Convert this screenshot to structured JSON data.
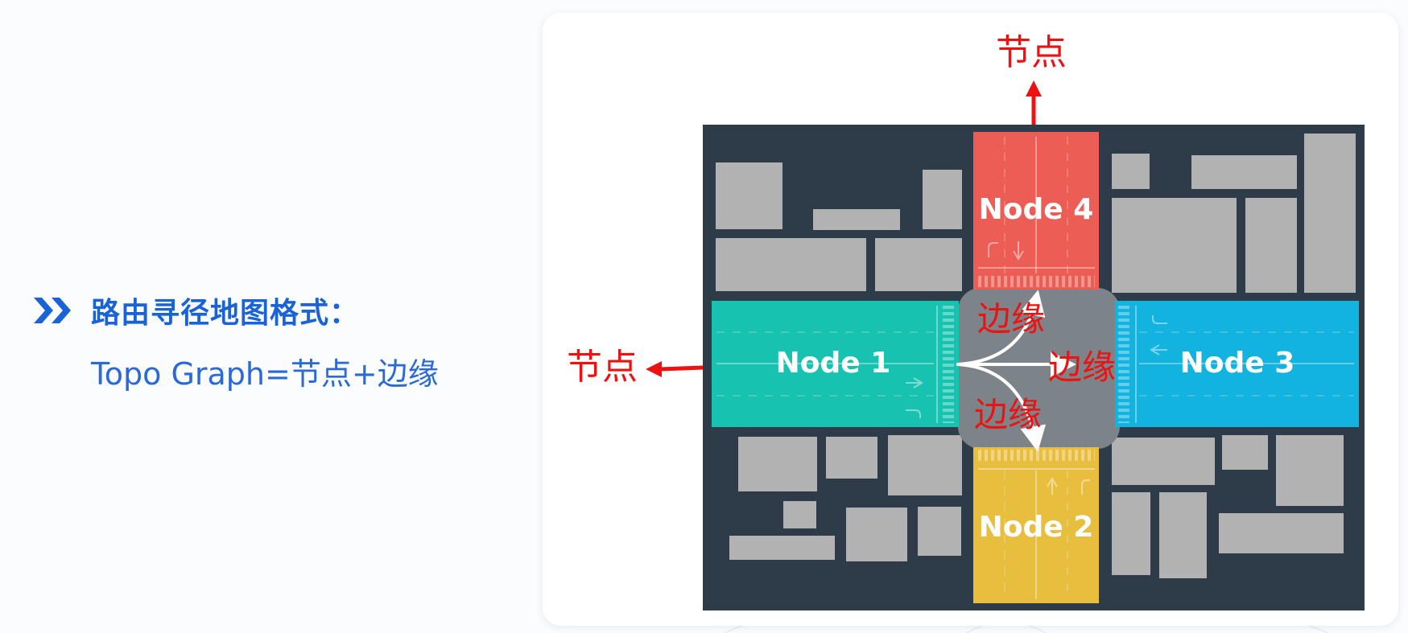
{
  "left_panel": {
    "heading": "路由寻径地图格式：",
    "subheading": "Topo Graph=节点+边缘"
  },
  "diagram": {
    "nodes": {
      "node1": "Node 1",
      "node2": "Node 2",
      "node3": "Node 3",
      "node4": "Node 4"
    },
    "node_callouts": {
      "top": "节点",
      "left": "节点"
    },
    "edge_labels": {
      "upper": "边缘",
      "right": "边缘",
      "lower": "边缘"
    }
  },
  "colors": {
    "accent_blue": "#1a63d6",
    "annotation_red": "#ee1111",
    "map_background": "#2e3b48",
    "building_gray": "#b2b2b2",
    "junction_gray": "#7c8489",
    "node1_teal": "#17c2b1",
    "node2_yellow": "#e7be3e",
    "node3_blue": "#12b3de",
    "node4_red": "#ec5e55"
  }
}
